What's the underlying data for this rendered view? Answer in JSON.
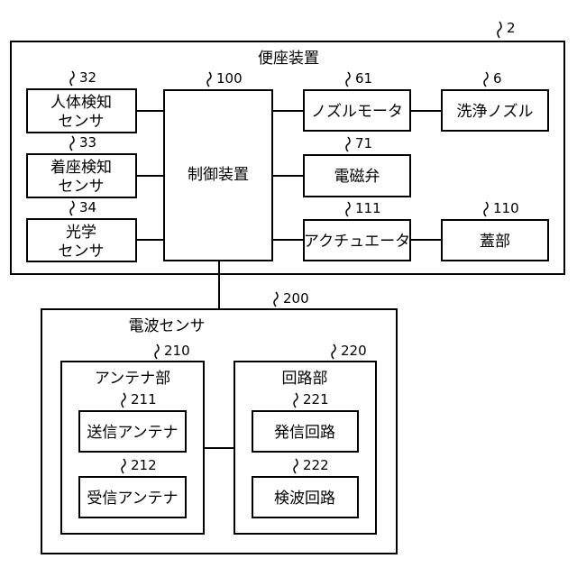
{
  "diagram": {
    "toilet_device": {
      "ref": "2",
      "title": "便座装置"
    },
    "human_sensor": {
      "ref": "32",
      "line1": "人体検知",
      "line2": "センサ"
    },
    "seating_sensor": {
      "ref": "33",
      "line1": "着座検知",
      "line2": "センサ"
    },
    "optical_sensor": {
      "ref": "34",
      "line1": "光学",
      "line2": "センサ"
    },
    "controller": {
      "ref": "100",
      "label": "制御装置"
    },
    "nozzle_motor": {
      "ref": "61",
      "label": "ノズルモータ"
    },
    "wash_nozzle": {
      "ref": "6",
      "label": "洗浄ノズル"
    },
    "solenoid_valve": {
      "ref": "71",
      "label": "電磁弁"
    },
    "actuator": {
      "ref": "111",
      "label": "アクチュエータ"
    },
    "lid": {
      "ref": "110",
      "label": "蓋部"
    },
    "radar_sensor": {
      "ref": "200",
      "title": "電波センサ"
    },
    "antenna_unit": {
      "ref": "210",
      "title": "アンテナ部"
    },
    "tx_antenna": {
      "ref": "211",
      "label": "送信アンテナ"
    },
    "rx_antenna": {
      "ref": "212",
      "label": "受信アンテナ"
    },
    "circuit_unit": {
      "ref": "220",
      "title": "回路部"
    },
    "tx_circuit": {
      "ref": "221",
      "label": "発信回路"
    },
    "detect_circuit": {
      "ref": "222",
      "label": "検波回路"
    }
  }
}
